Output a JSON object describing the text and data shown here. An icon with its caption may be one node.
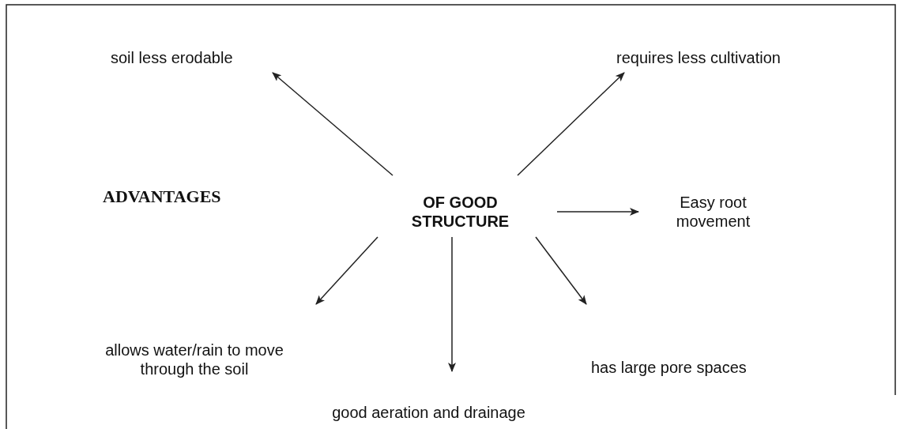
{
  "diagram": {
    "nodes": [
      {
        "text": [
          "OF GOOD STRUCTURE"
        ]
      },
      {
        "text": [
          "soil less erodable"
        ]
      },
      {
        "text": [
          "requires less cultivation"
        ]
      },
      {
        "text": [
          "Easy root movement"
        ]
      },
      {
        "text": [
          "allows water/rain to move through the soil"
        ]
      },
      {
        "text": [
          "good aeration and drainage"
        ]
      },
      {
        "text": [
          "has large pore spaces"
        ]
      }
    ],
    "edges": [
      {
        "from": 0,
        "to": 1,
        "arrow": "to"
      },
      {
        "from": 0,
        "to": 2,
        "arrow": "to"
      },
      {
        "from": 0,
        "to": 3,
        "arrow": "to"
      },
      {
        "from": 0,
        "to": 4,
        "arrow": "to"
      },
      {
        "from": 0,
        "to": 5,
        "arrow": "to"
      },
      {
        "from": 0,
        "to": 6,
        "arrow": "to"
      }
    ],
    "labels": [
      "ADVANTAGES"
    ]
  }
}
